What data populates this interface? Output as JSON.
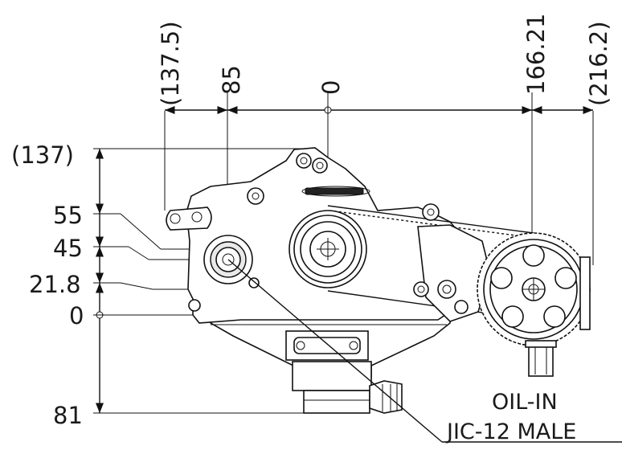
{
  "drawing": {
    "horizontal_dims": [
      "(137.5)",
      "85",
      "0",
      "166.21",
      "(216.2)"
    ],
    "vertical_dims": [
      "(137)",
      "55",
      "45",
      "21.8",
      "0",
      "81"
    ],
    "callout": {
      "line1": "OIL-IN",
      "line2": "JIC-12 MALE"
    }
  }
}
